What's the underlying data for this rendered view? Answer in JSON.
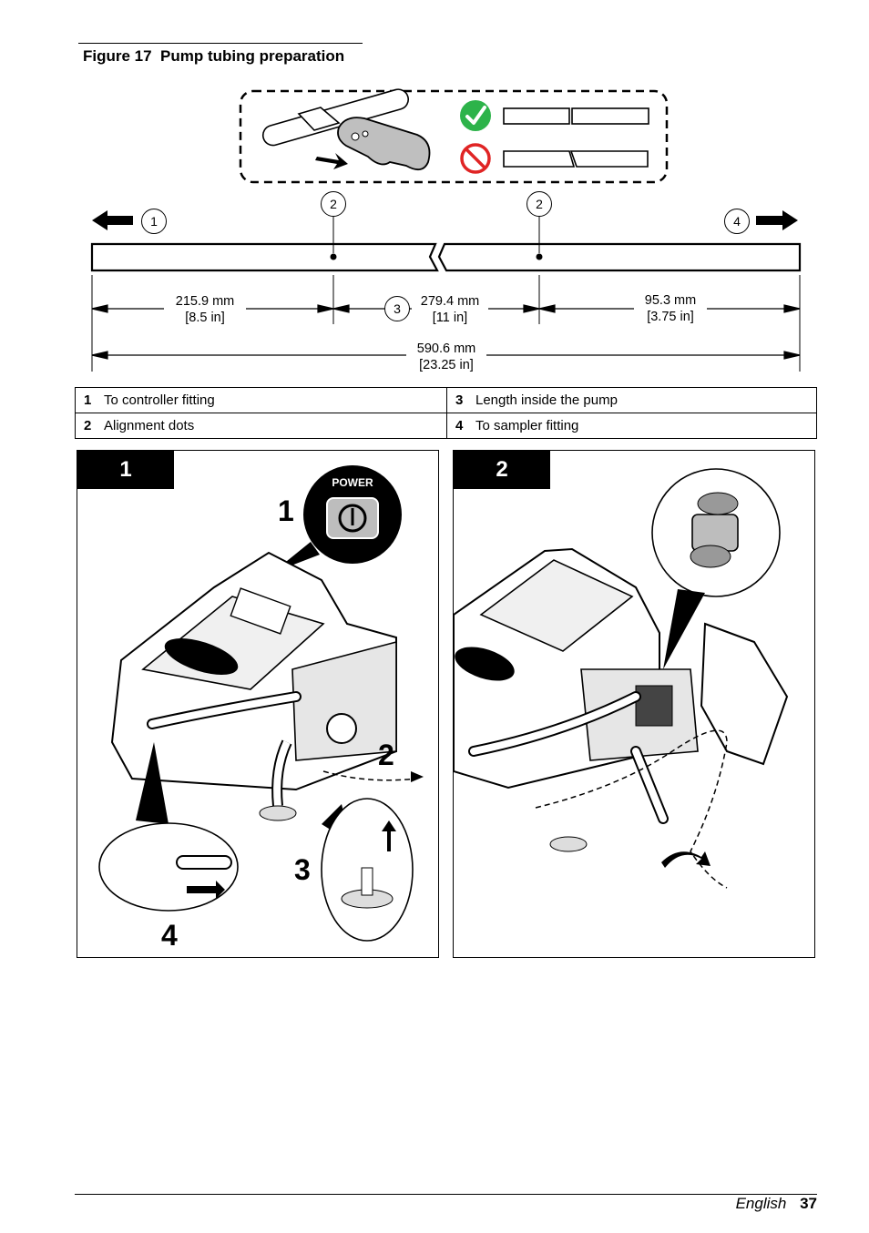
{
  "figure": {
    "label": "Figure 17",
    "title": "Pump tubing preparation"
  },
  "diagram": {
    "callouts": {
      "c1": "1",
      "c2": "2",
      "c3": "3",
      "c4": "4"
    },
    "dimensions": {
      "d1_mm": "215.9 mm",
      "d1_in": "[8.5 in]",
      "d2_mm": "279.4 mm",
      "d2_in": "[11 in]",
      "d3_mm": "95.3 mm",
      "d3_in": "[3.75 in]",
      "total_mm": "590.6 mm",
      "total_in": "[23.25 in]"
    },
    "icons": [
      "utility-knife-icon",
      "check-icon",
      "prohibited-icon"
    ],
    "colors": {
      "check": "#2db34a",
      "prohibited": "#e02424"
    }
  },
  "legend": [
    {
      "num": "1",
      "text": "To controller fitting"
    },
    {
      "num": "3",
      "text": "Length inside the pump"
    },
    {
      "num": "2",
      "text": "Alignment dots"
    },
    {
      "num": "4",
      "text": "To sampler fitting"
    }
  ],
  "panels": {
    "panel1": {
      "step": "1",
      "power_label": "POWER",
      "sub_steps": {
        "s1": "1",
        "s2": "2",
        "s3": "3",
        "s4": "4"
      }
    },
    "panel2": {
      "step": "2"
    }
  },
  "footer": {
    "language": "English",
    "page": "37"
  }
}
